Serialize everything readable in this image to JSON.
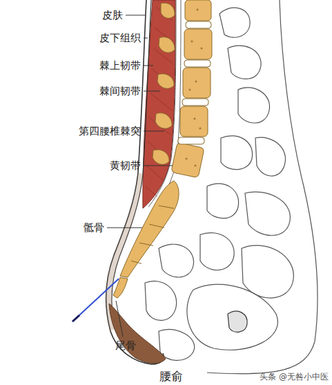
{
  "diagram": {
    "caption": "腰俞",
    "labels": [
      "皮肤",
      "皮下组织",
      "棘上韧带",
      "棘间韧带",
      "第四腰椎棘突",
      "黄韧带",
      "骶骨",
      "尾骨",
      "头条 @无咎小中医"
    ]
  }
}
